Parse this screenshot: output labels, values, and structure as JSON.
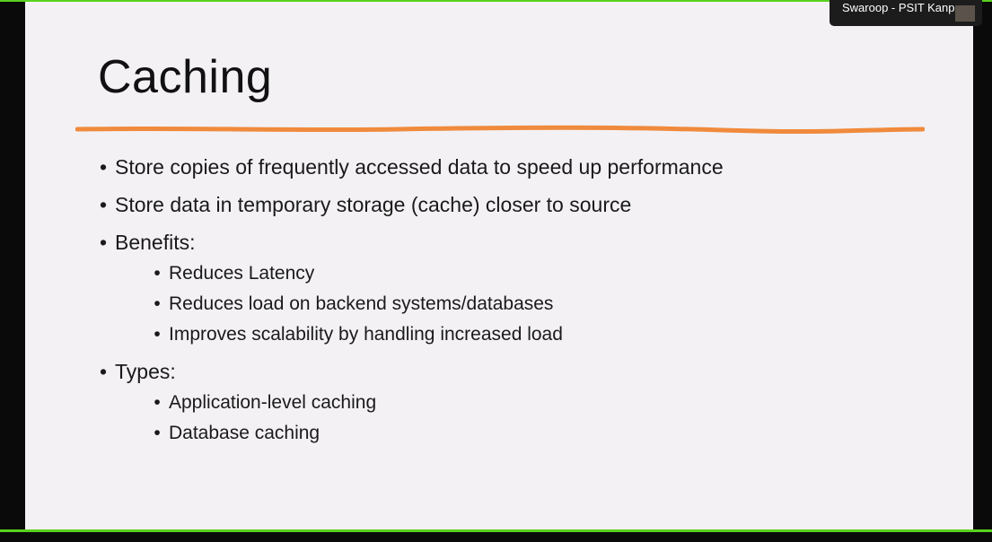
{
  "colors": {
    "meeting_accent": "#5ad11e",
    "slide_background": "#f3f1f4",
    "underline": "#f08a3c"
  },
  "participant": {
    "name": "Swaroop - PSIT Kanpur"
  },
  "slide": {
    "title": "Caching",
    "bullets": [
      {
        "text": "Store copies of frequently accessed data to speed up performance",
        "sub": []
      },
      {
        "text": "Store data in temporary storage (cache) closer to source",
        "sub": []
      },
      {
        "text": "Benefits:",
        "sub": [
          "Reduces Latency",
          "Reduces load on backend systems/databases",
          "Improves scalability by handling increased load"
        ]
      },
      {
        "text": "Types:",
        "sub": [
          "Application-level caching",
          "Database caching"
        ]
      }
    ]
  }
}
